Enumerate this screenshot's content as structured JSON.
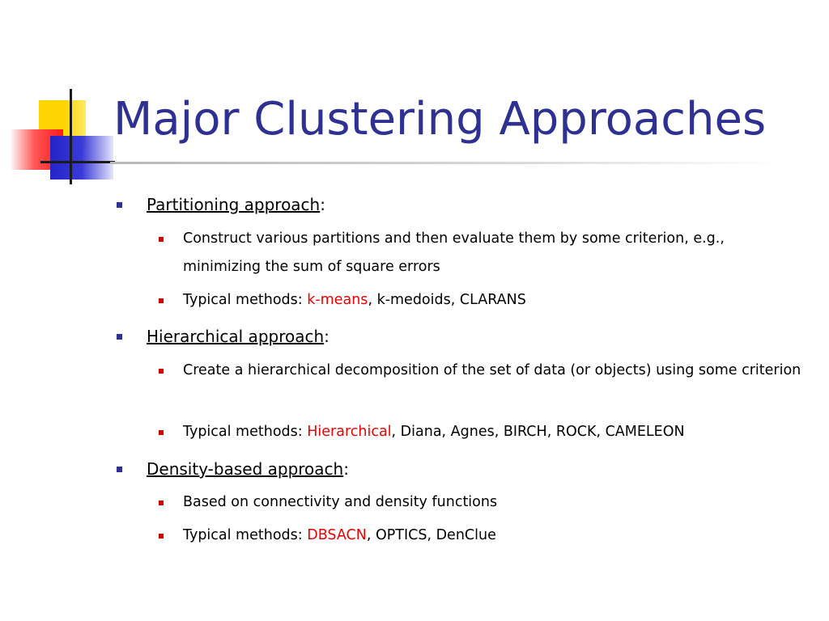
{
  "title": "Major Clustering Approaches",
  "sections": [
    {
      "heading": "Partitioning approach",
      "suffix": ":",
      "items": [
        {
          "text": "Construct various partitions and then evaluate them by some criterion, e.g., minimizing the sum of square errors"
        },
        {
          "prefix": "Typical methods: ",
          "highlight": "k-means",
          "rest": ", k-medoids, CLARANS"
        }
      ]
    },
    {
      "heading": "Hierarchical approach",
      "suffix": ":",
      "items": [
        {
          "text": "Create a hierarchical decomposition of the set of data (or objects) using some criterion"
        },
        {
          "prefix": "Typical methods: ",
          "highlight": "Hierarchical",
          "rest": ", Diana, Agnes, BIRCH, ROCK, CAMELEON"
        }
      ]
    },
    {
      "heading": "Density-based approach",
      "suffix": ":",
      "items": [
        {
          "text": "Based on connectivity and density functions"
        },
        {
          "prefix": "Typical methods: ",
          "highlight": "DBSACN",
          "rest": ", OPTICS, DenClue"
        }
      ]
    }
  ],
  "colors": {
    "title": "#2e3192",
    "level1_bullet": "#2e3192",
    "level2_bullet": "#d40000",
    "highlight": "#ee0000"
  },
  "icons": {
    "logo": "colored-squares-logo",
    "level1_bullet": "square-bullet",
    "level2_bullet": "square-bullet"
  }
}
